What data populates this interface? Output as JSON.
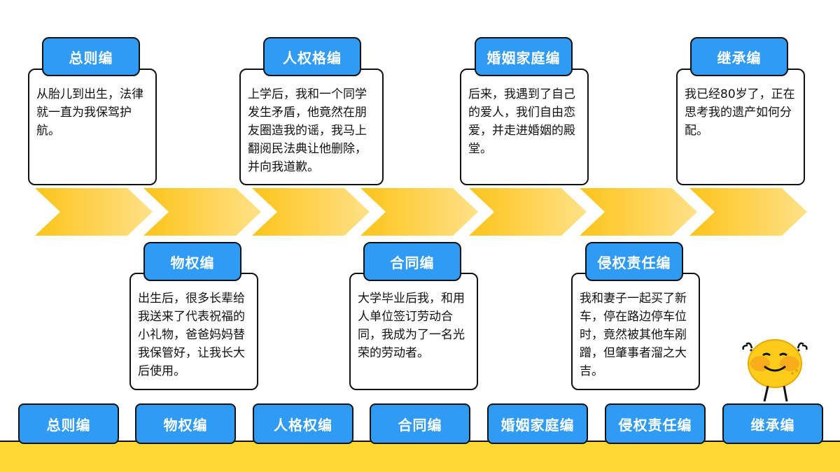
{
  "top_events": [
    {
      "title": "总则编",
      "text": "从胎儿到出生，法律就一直为我保驾护航。"
    },
    {
      "title": "人权格编",
      "text": "上学后，我和一个同学发生矛盾，他竟然在朋友圈造我的谣，我马上翻阅民法典让他删除，并向我道歉。"
    },
    {
      "title": "婚姻家庭编",
      "text": "后来，我遇到了自己的爱人，我们自由恋爱，并走进婚姻的殿堂。"
    },
    {
      "title": "继承编",
      "text": "我已经80岁了，正在思考我的遗产如何分配。"
    }
  ],
  "bottom_events": [
    {
      "title": "物权编",
      "text": "出生后，很多长辈给我送来了代表祝福的小礼物，爸爸妈妈替我保管好，让我长大后使用。"
    },
    {
      "title": "合同编",
      "text": "大学毕业后我，和用人单位签订劳动合同，我成为了一名光荣的劳动者。"
    },
    {
      "title": "侵权责任编",
      "text": "我和妻子一起买了新车，停在路边停车位时，竟然被其他车剐蹭，但肇事者溜之大吉。"
    }
  ],
  "nav_buttons": [
    "总则编",
    "物权编",
    "人格权编",
    "合同编",
    "婚姻家庭编",
    "侵权责任编",
    "继承编"
  ],
  "colors": {
    "accent_blue": "#2f9bf5",
    "arrow_yellow": "#fcc419",
    "ground_yellow": "#ffd833"
  }
}
